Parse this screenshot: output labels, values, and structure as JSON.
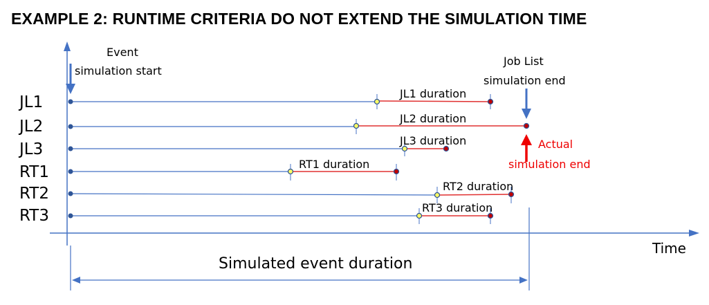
{
  "title": "EXAMPLE 2: RUNTIME CRITERIA DO NOT EXTEND THE SIMULATION TIME",
  "time_label": "Time",
  "event_start_label": [
    "Event",
    "simulation start"
  ],
  "joblist_end_label": [
    "Job List",
    "simulation end"
  ],
  "actual_end_label": [
    "Actual",
    "simulation end"
  ],
  "simulated_duration_label": "Simulated event duration",
  "colors": {
    "axis": "#4472c4",
    "line": "#4472c4",
    "duration": "#e03030",
    "start_dot": "#ffff66",
    "end_dot": "#c00000",
    "origin_dot": "#2f5597",
    "actual_text": "#ee0000"
  },
  "rows": [
    {
      "label": "JL1",
      "duration_label": "JL1 duration"
    },
    {
      "label": "JL2",
      "duration_label": "JL2 duration"
    },
    {
      "label": "JL3",
      "duration_label": "JL3 duration"
    },
    {
      "label": "RT1",
      "duration_label": "RT1 duration"
    },
    {
      "label": "RT2",
      "duration_label": "RT2 duration"
    },
    {
      "label": "RT3",
      "duration_label": "RT3 duration"
    }
  ]
}
